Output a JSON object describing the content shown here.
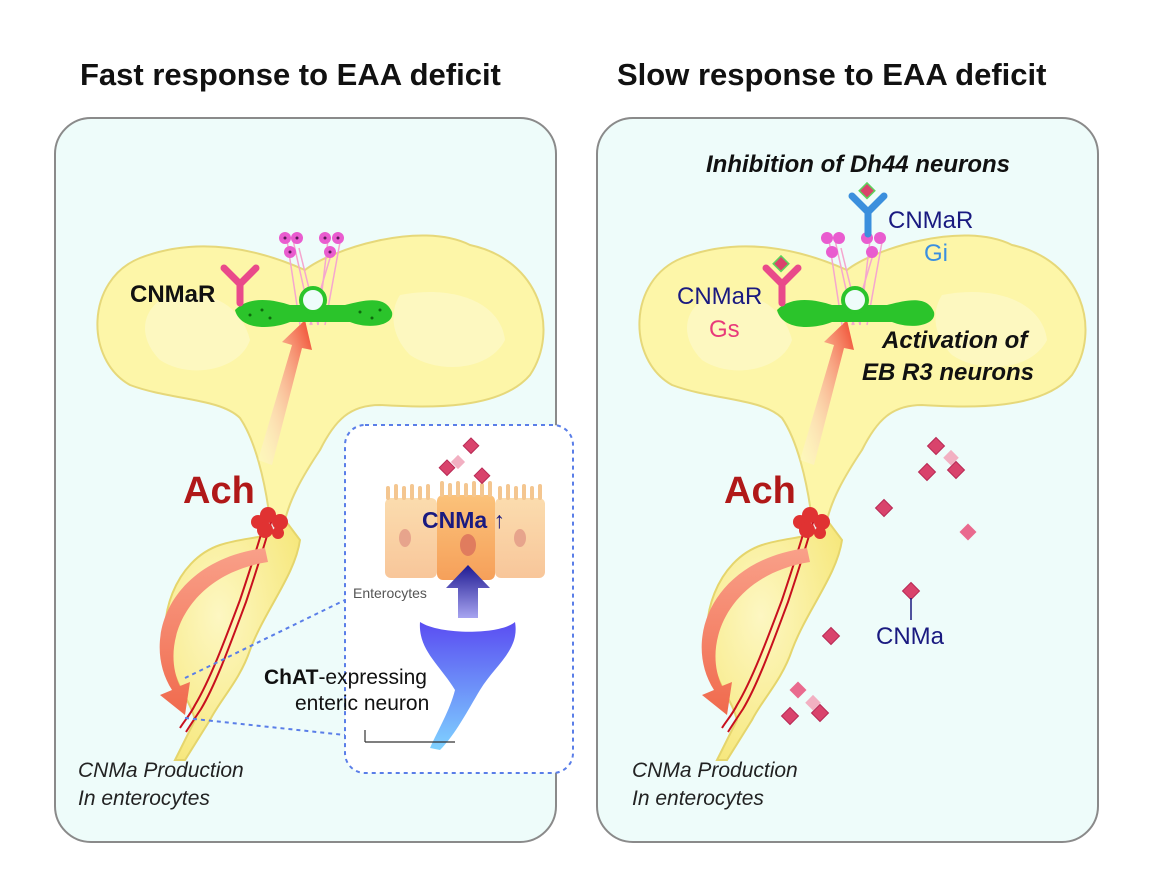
{
  "panels": [
    {
      "title": "Fast response to EAA deficit",
      "receptor_label": "CNMaR",
      "ach_label": "Ach",
      "production_label": [
        "CNMa Production",
        "In enterocytes"
      ],
      "inset": {
        "peptide_label": "CNMa",
        "enterocytes_label": "Enterocytes",
        "neuron_label_bold": "ChAT",
        "neuron_label_rest": "-expressing",
        "neuron_label_line2": "enteric neuron"
      }
    },
    {
      "title": "Slow response to EAA deficit",
      "inhibition_label": "Inhibition of Dh44 neurons",
      "receptor_gi": {
        "name": "CNMaR",
        "protein": "Gi"
      },
      "receptor_gs": {
        "name": "CNMaR",
        "protein": "Gs"
      },
      "activation_label": [
        "Activation of",
        "EB R3 neurons"
      ],
      "ach_label": "Ach",
      "peptide_label": "CNMa",
      "production_label": [
        "CNMa Production",
        "In enterocytes"
      ]
    }
  ],
  "colors": {
    "panel_bg": "#eefcfa",
    "brain_fill": "#fdf6a8",
    "ach": "#b01818",
    "navy": "#1a1a80",
    "gs_pink": "#e8397a",
    "gi_blue": "#3a8fe0",
    "receptor_pink": "#e94a8a",
    "receptor_blue": "#3b8fdd",
    "neuron_green": "#2bc42b",
    "peptide": "#d9436c"
  },
  "icons": [
    "y-receptor-icon",
    "neuron-cluster-icon",
    "peptide-diamond-icon",
    "arrow-icon"
  ]
}
